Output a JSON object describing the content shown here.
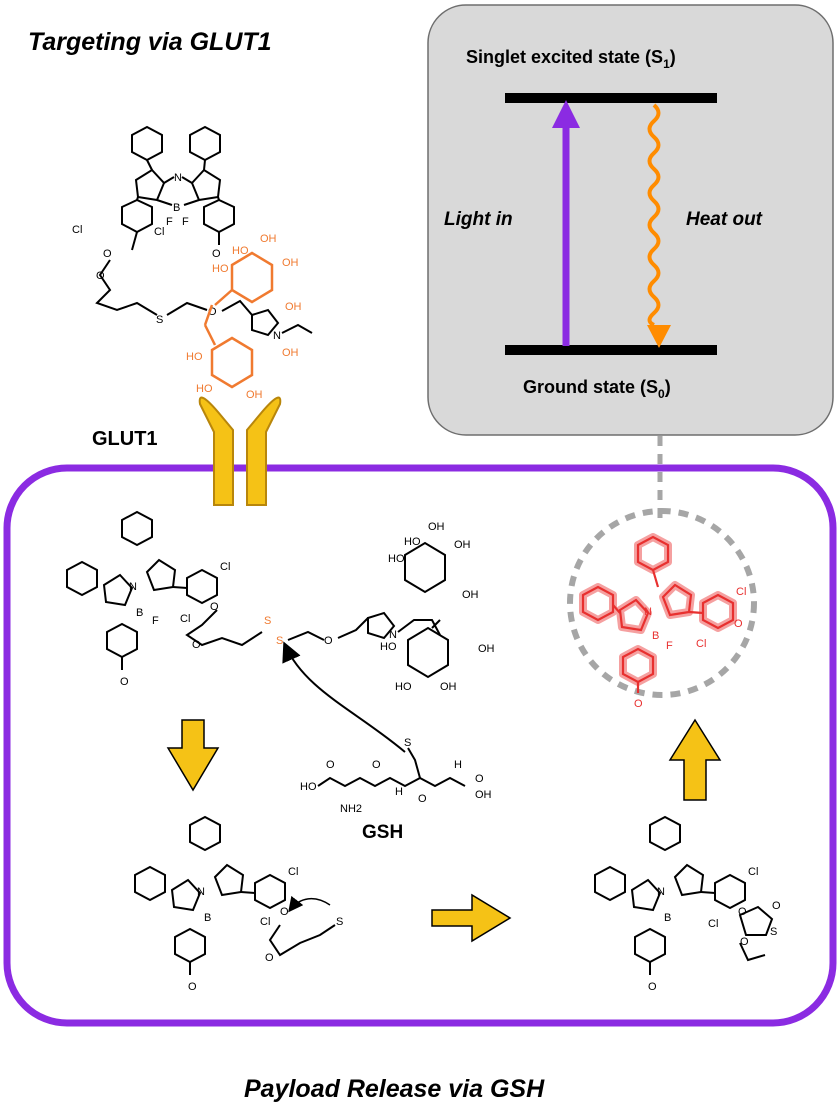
{
  "title_top": "Targeting via GLUT1",
  "title_bottom": "Payload Release via GSH",
  "energy_diagram": {
    "excited_label": "Singlet excited state (S",
    "excited_sub": "1",
    "excited_close": ")",
    "ground_label": "Ground state (S",
    "ground_sub": "0",
    "ground_close": ")",
    "light_label": "Light in",
    "heat_label": "Heat out"
  },
  "receptor_label": "GLUT1",
  "gsh_label": "GSH",
  "colors": {
    "cell_border": "#8b2be2",
    "light_arrow": "#8b2be2",
    "heat_arrow": "#ff8c00",
    "sugar": "#f07a30",
    "receptor": "#f5c216",
    "process_arrow": "#f5c216",
    "released_dye": "#e8302f",
    "panel_bg": "#d9d9d9",
    "dashed": "#a6a6a6"
  },
  "atoms": {
    "N": "N",
    "B": "B",
    "F": "F",
    "Fminus": "F",
    "Bminus": "B",
    "Nplus": "N",
    "Cl": "Cl",
    "O": "O",
    "Ominus": "O",
    "S": "S",
    "Sminus": "S",
    "OH": "OH",
    "HO": "HO",
    "NH2": "NH2",
    "H": "H",
    "N_triazole": "N",
    "charge_minus": "−",
    "charge_plus": "+"
  }
}
